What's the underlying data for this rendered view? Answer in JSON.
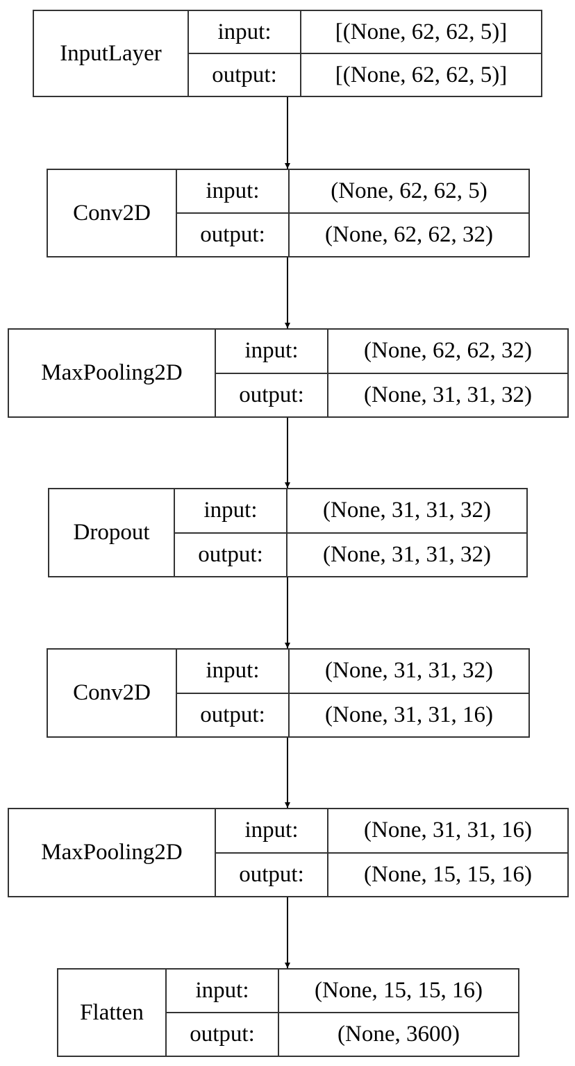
{
  "layers": [
    {
      "name": "InputLayer",
      "input_label": "input:",
      "output_label": "output:",
      "input_shape": "[(None, 62, 62, 5)]",
      "output_shape": "[(None, 62, 62, 5)]"
    },
    {
      "name": "Conv2D",
      "input_label": "input:",
      "output_label": "output:",
      "input_shape": "(None, 62, 62, 5)",
      "output_shape": "(None, 62, 62, 32)"
    },
    {
      "name": "MaxPooling2D",
      "input_label": "input:",
      "output_label": "output:",
      "input_shape": "(None, 62, 62, 32)",
      "output_shape": "(None, 31, 31, 32)"
    },
    {
      "name": "Dropout",
      "input_label": "input:",
      "output_label": "output:",
      "input_shape": "(None, 31, 31, 32)",
      "output_shape": "(None, 31, 31, 32)"
    },
    {
      "name": "Conv2D",
      "input_label": "input:",
      "output_label": "output:",
      "input_shape": "(None, 31, 31, 32)",
      "output_shape": "(None, 31, 31, 16)"
    },
    {
      "name": "MaxPooling2D",
      "input_label": "input:",
      "output_label": "output:",
      "input_shape": "(None, 31, 31, 16)",
      "output_shape": "(None, 15, 15, 16)"
    },
    {
      "name": "Flatten",
      "input_label": "input:",
      "output_label": "output:",
      "input_shape": "(None, 15, 15, 16)",
      "output_shape": "(None, 3600)"
    }
  ],
  "colors": {
    "border": "#333333",
    "arrow": "#000000",
    "background": "#ffffff"
  }
}
